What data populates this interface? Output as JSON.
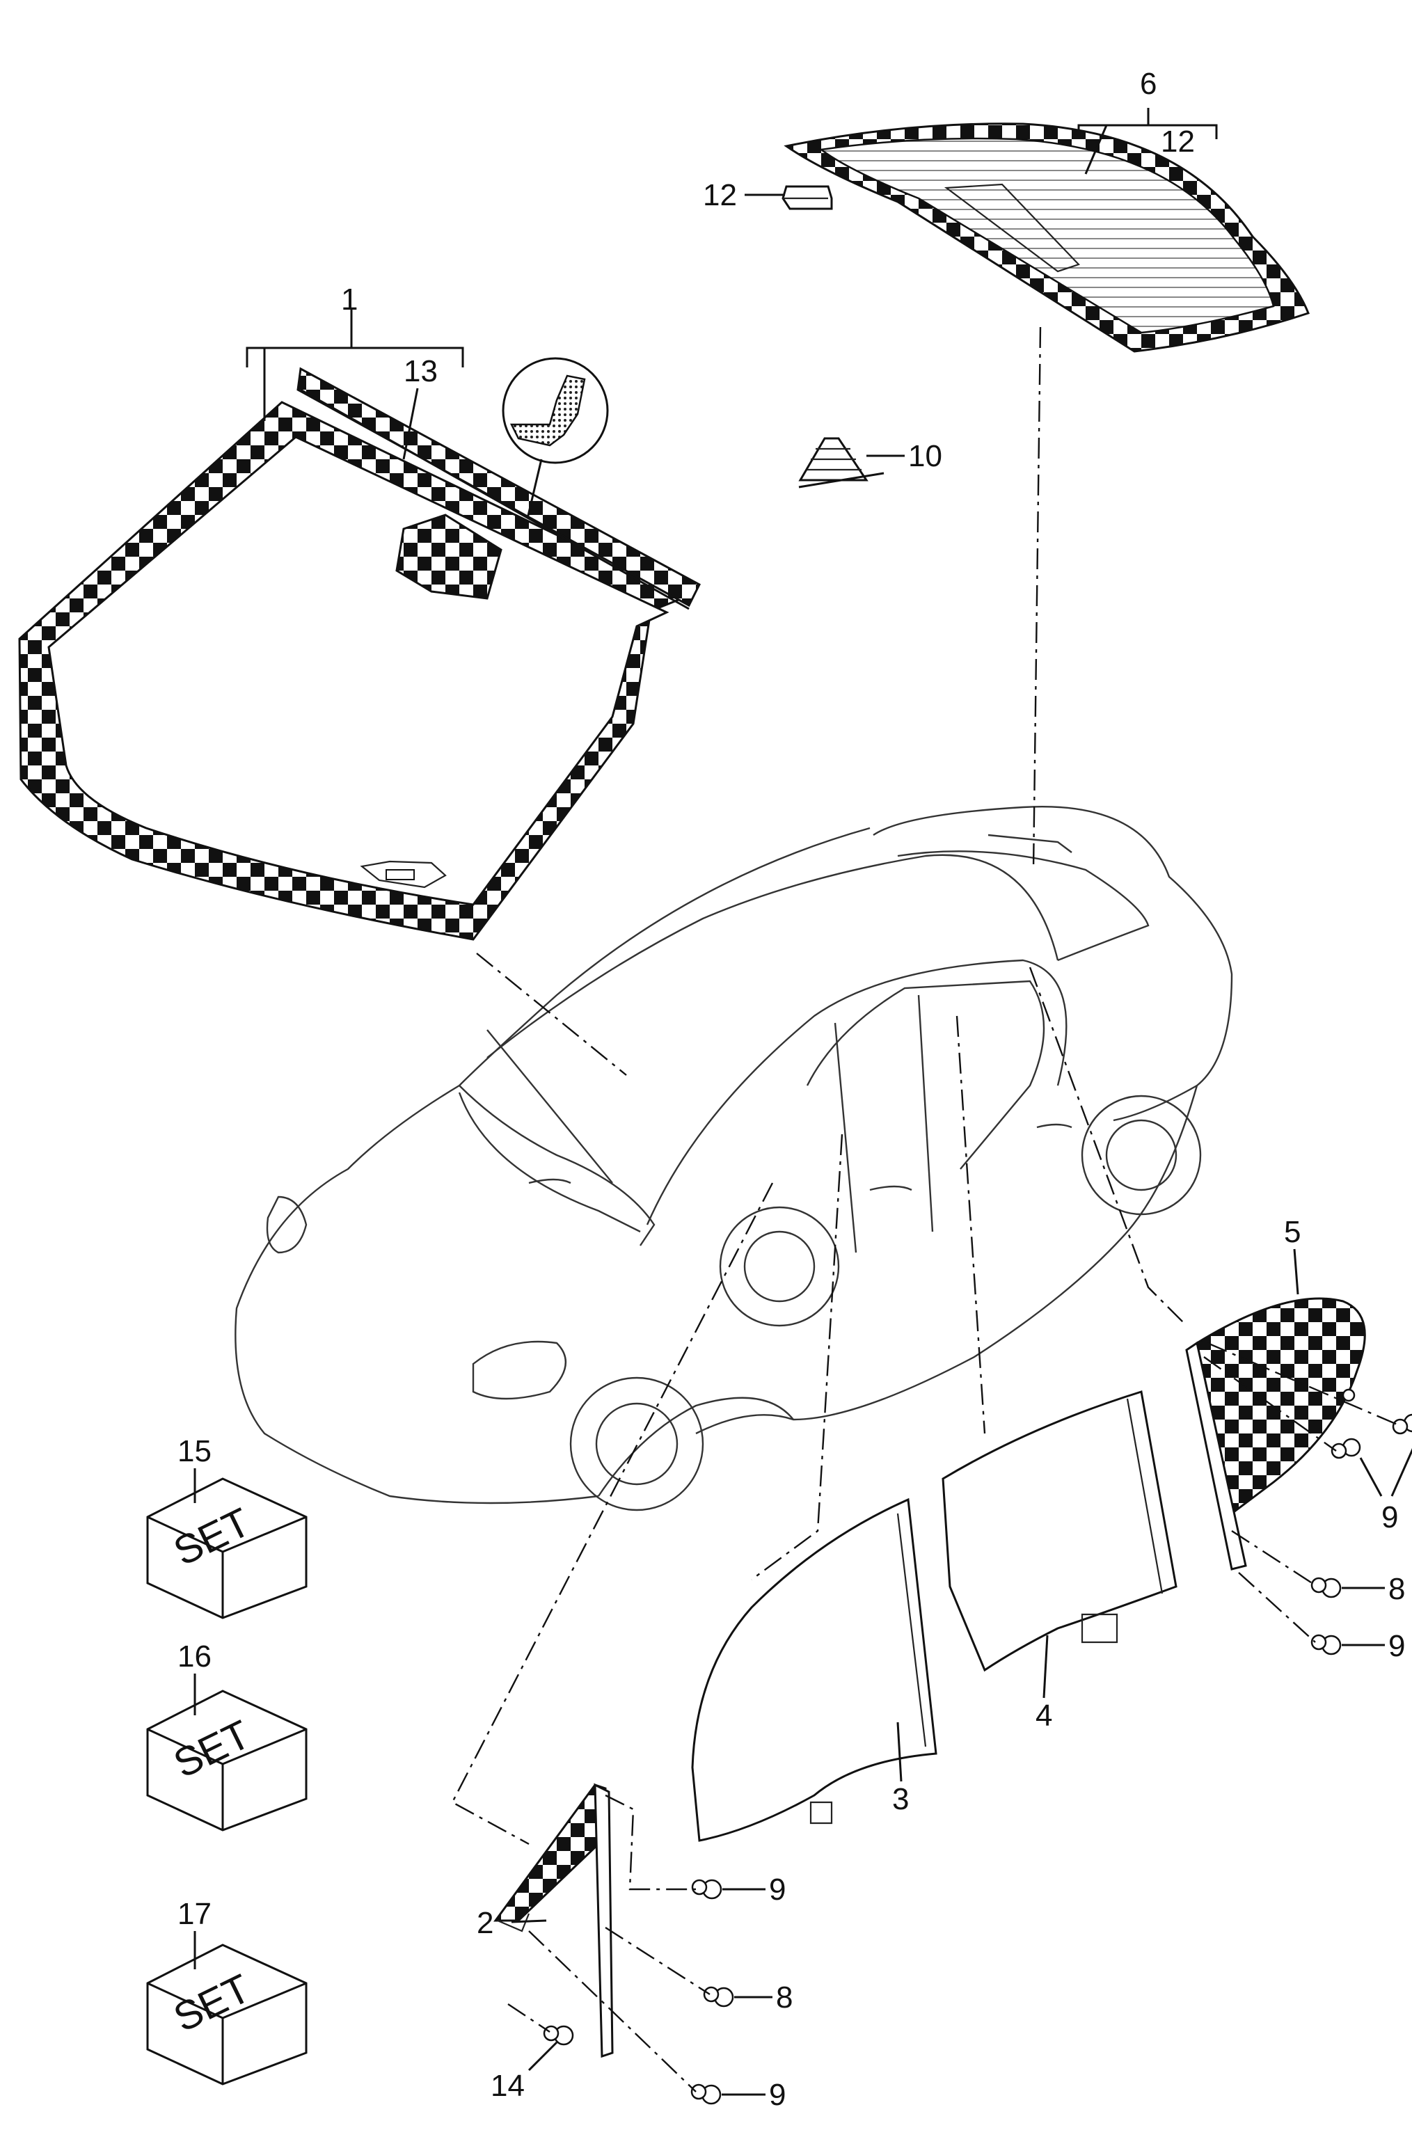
{
  "callouts": {
    "c1": "1",
    "c2": "2",
    "c3": "3",
    "c4": "4",
    "c5": "5",
    "c6": "6",
    "c8a": "8",
    "c8b": "8",
    "c9a": "9",
    "c9b": "9",
    "c9c": "9",
    "c9d": "9",
    "c10": "10",
    "c12a": "12",
    "c12b": "12",
    "c13": "13",
    "c14": "14",
    "c15": "15",
    "c16": "16",
    "c17": "17"
  },
  "sets": {
    "s15": "SET",
    "s16": "SET",
    "s17": "SET"
  }
}
